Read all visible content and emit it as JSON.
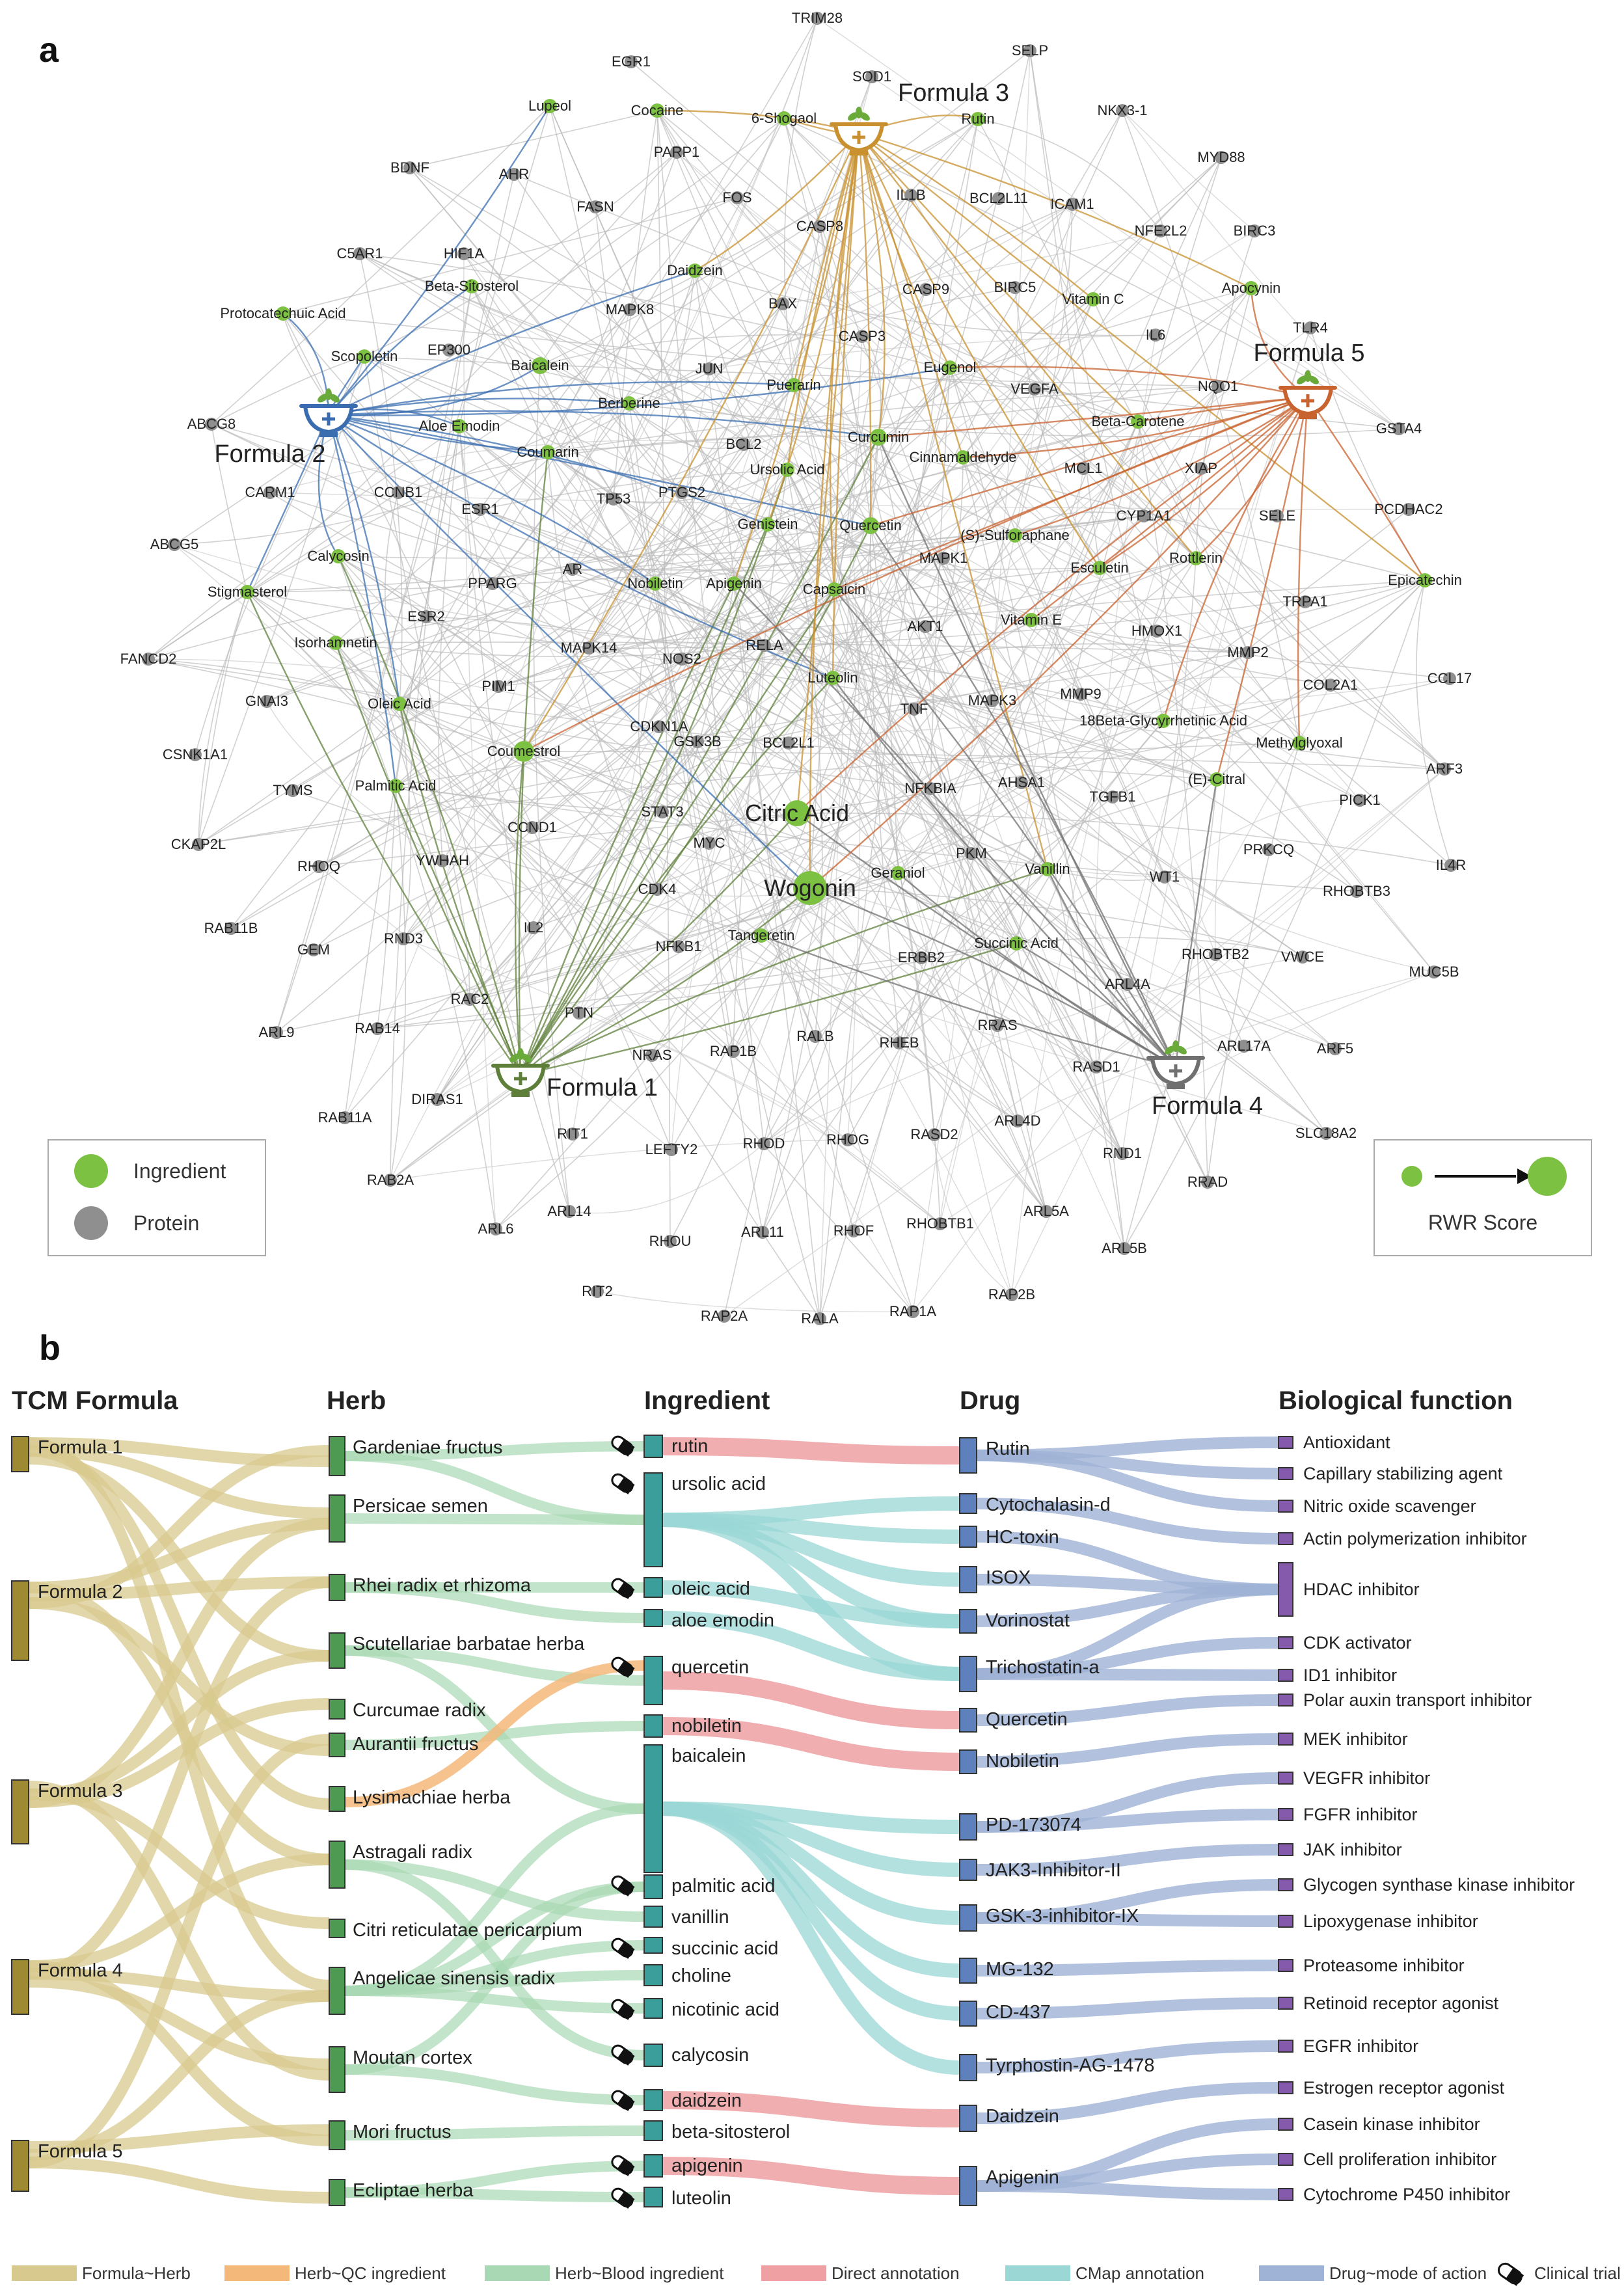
{
  "panel_a": {
    "letter": "a",
    "formulas": [
      {
        "id": "f1",
        "label": "Formula 1",
        "color": "#5e7f3a"
      },
      {
        "id": "f2",
        "label": "Formula 2",
        "color": "#3a6db0"
      },
      {
        "id": "f3",
        "label": "Formula 3",
        "color": "#c8902e"
      },
      {
        "id": "f4",
        "label": "Formula 4",
        "color": "#707070"
      },
      {
        "id": "f5",
        "label": "Formula 5",
        "color": "#c8622e"
      }
    ],
    "ingredients": [
      "Lupeol",
      "Cocaine",
      "6-Shogaol",
      "Rutin",
      "Protocatechuic Acid",
      "Scopoletin",
      "Beta-Sitosterol",
      "Daidzein",
      "Vitamin C",
      "Apocynin",
      "Baicalein",
      "Berberine",
      "Puerarin",
      "Eugenol",
      "Aloe Emodin",
      "Coumarin",
      "Curcumin",
      "Cinnamaldehyde",
      "Beta-Carotene",
      "Ursolic Acid",
      "Genistein",
      "Quercetin",
      "(S)-Sulforaphane",
      "Calycosin",
      "Stigmasterol",
      "Nobiletin",
      "Apigenin",
      "Capsaicin",
      "Esculetin",
      "Rottlerin",
      "Epicatechin",
      "Isorhamnetin",
      "Vitamin E",
      "Luteolin",
      "Oleic Acid",
      "Coumestrol",
      "Palmitic Acid",
      "18Beta-Glycyrrhetinic Acid",
      "Methylglyoxal",
      "(E)-Citral",
      "Citric Acid",
      "Wogonin",
      "Geraniol",
      "Vanillin",
      "Tangeretin",
      "Succinic Acid"
    ],
    "proteins": [
      "TRIM28",
      "SELP",
      "EGR1",
      "SOD1",
      "NKX3-1",
      "MYD88",
      "PARP1",
      "BDNF",
      "AHR",
      "FASN",
      "FOS",
      "IL1B",
      "BCL2L11",
      "ICAM1",
      "NFE2L2",
      "BIRC3",
      "C5AR1",
      "HIF1A",
      "CASP8",
      "MAPK8",
      "BAX",
      "CASP9",
      "BIRC5",
      "TLR4",
      "EP300",
      "CASP3",
      "IL6",
      "JUN",
      "VEGFA",
      "NQO1",
      "GSTA4",
      "ABCG8",
      "BCL2",
      "MCL1",
      "XIAP",
      "CARM1",
      "CCNB1",
      "ESR1",
      "PTGS2",
      "TP53",
      "CYP1A1",
      "SELE",
      "PCDHAC2",
      "ABCG5",
      "AR",
      "PPARG",
      "MAPK1",
      "TRPA1",
      "ESR2",
      "AKT1",
      "HMOX1",
      "MMP2",
      "FANCD2",
      "MAPK14",
      "NOS2",
      "RELA",
      "GNAI3",
      "PIM1",
      "COL2A1",
      "CCL17",
      "CDKN1A",
      "TNF",
      "MAPK3",
      "MMP9",
      "CSNK1A1",
      "GSK3B",
      "BCL2L1",
      "ARF3",
      "TYMS",
      "STAT3",
      "NFKBIA",
      "AHSA1",
      "TGFB1",
      "PICK1",
      "CKAP2L",
      "CCND1",
      "MYC",
      "YWHAH",
      "PKM",
      "PRKCQ",
      "IL4R",
      "RHOQ",
      "CDK4",
      "WT1",
      "RHOBTB3",
      "RAB11B",
      "GEM",
      "RND3",
      "IL2",
      "NFKB1",
      "ERBB2",
      "RHOBTB2",
      "VWCE",
      "MUC5B",
      "ARL4A",
      "RAC2",
      "ARL9",
      "RAB14",
      "PTN",
      "RAP1B",
      "RALB",
      "RHEB",
      "RRAS",
      "ARL17A",
      "ARF5",
      "DIRAS1",
      "NRAS",
      "RASD1",
      "RAB11A",
      "RIT1",
      "RHOD",
      "RHOG",
      "RASD2",
      "ARL4D",
      "RND1",
      "SLC18A2",
      "LEFTY2",
      "RAB2A",
      "ARL14",
      "RRAD",
      "ARL6",
      "ARL5A",
      "RHOBTB1",
      "RHOU",
      "ARL11",
      "RHOF",
      "ARL5B",
      "RIT2",
      "RAP2B",
      "RAP1A",
      "RAP2A",
      "RALA"
    ],
    "legend_nodes": [
      {
        "label": "Ingredient",
        "color": "#7dc142"
      },
      {
        "label": "Protein",
        "color": "#8f8f8f"
      }
    ],
    "legend_rwr": {
      "label": "RWR Score"
    }
  },
  "panel_b": {
    "letter": "b",
    "columns": [
      "TCM Formula",
      "Herb",
      "Ingredient",
      "Drug",
      "Biological function"
    ],
    "formulas": [
      "Formula 1",
      "Formula 2",
      "Formula 3",
      "Formula 4",
      "Formula 5"
    ],
    "herbs": [
      "Gardeniae fructus",
      "Persicae semen",
      "Rhei radix et rhizoma",
      "Scutellariae barbatae herba",
      "Curcumae radix",
      "Aurantii fructus",
      "Lysimachiae herba",
      "Astragali radix",
      "Citri reticulatae pericarpium",
      "Angelicae sinensis radix",
      "Moutan cortex",
      "Mori fructus",
      "Ecliptae herba"
    ],
    "ingredients": [
      "rutin",
      "ursolic acid",
      "oleic acid",
      "aloe emodin",
      "quercetin",
      "nobiletin",
      "baicalein",
      "palmitic acid",
      "vanillin",
      "succinic acid",
      "choline",
      "nicotinic acid",
      "calycosin",
      "daidzein",
      "beta-sitosterol",
      "apigenin",
      "luteolin"
    ],
    "drugs": [
      "Rutin",
      "Cytochalasin-d",
      "HC-toxin",
      "ISOX",
      "Vorinostat",
      "Trichostatin-a",
      "Quercetin",
      "Nobiletin",
      "PD-173074",
      "JAK3-Inhibitor-II",
      "GSK-3-inhibitor-IX",
      "MG-132",
      "CD-437",
      "Tyrphostin-AG-1478",
      "Daidzein",
      "Apigenin"
    ],
    "functions": [
      "Antioxidant",
      "Capillary stabilizing agent",
      "Nitric oxide scavenger",
      "Actin polymerization inhibitor",
      "HDAC inhibitor",
      "CDK activator",
      "ID1 inhibitor",
      "Polar auxin transport inhibitor",
      "MEK inhibitor",
      "VEGFR inhibitor",
      "FGFR inhibitor",
      "JAK inhibitor",
      "Glycogen synthase kinase inhibitor",
      "Lipoxygenase inhibitor",
      "Proteasome inhibitor",
      "Retinoid receptor agonist",
      "EGFR inhibitor",
      "Estrogen receptor agonist",
      "Casein kinase inhibitor",
      "Cell proliferation inhibitor",
      "Cytochrome P450 inhibitor"
    ],
    "legend": [
      {
        "label": "Formula~Herb",
        "color": "#d8c98e"
      },
      {
        "label": "Herb~QC ingredient",
        "color": "#f4b87a"
      },
      {
        "label": "Herb~Blood ingredient",
        "color": "#a8d9b4"
      },
      {
        "label": "Direct annotation",
        "color": "#eea0a2"
      },
      {
        "label": "CMap annotation",
        "color": "#9ad7d5"
      },
      {
        "label": "Drug~mode of action",
        "color": "#9fb3d6"
      },
      {
        "label": "Clinical trial",
        "color": "#111111"
      }
    ],
    "colors": {
      "formula": "#9e8a32",
      "herb": "#4e9a52",
      "ingredient": "#3c9e9a",
      "drug": "#5e80bc",
      "function": "#8559ac"
    }
  }
}
